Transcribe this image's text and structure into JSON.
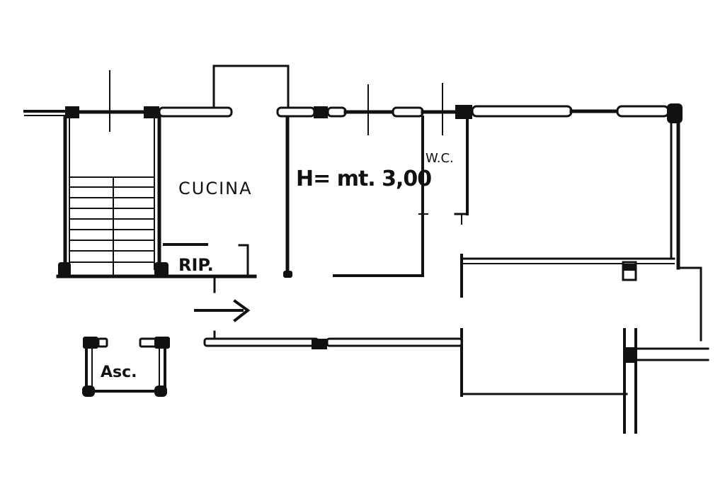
{
  "labels": {
    "kitchen": "CUCINA",
    "height": "H= mt. 3,00",
    "wc": "W.C.",
    "storage": "RIP.",
    "lift": "Asc."
  },
  "colors": {
    "ink": "#111111",
    "paper": "#ffffff"
  }
}
